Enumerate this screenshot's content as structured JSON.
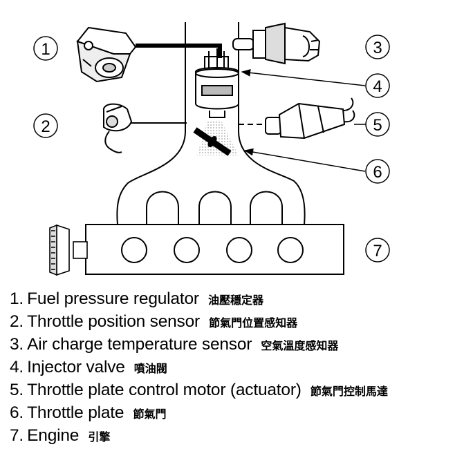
{
  "callouts": [
    {
      "id": 1,
      "label": "1"
    },
    {
      "id": 2,
      "label": "2"
    },
    {
      "id": 3,
      "label": "3"
    },
    {
      "id": 4,
      "label": "4"
    },
    {
      "id": 5,
      "label": "5"
    },
    {
      "id": 6,
      "label": "6"
    },
    {
      "id": 7,
      "label": "7"
    }
  ],
  "legend": [
    {
      "number": "1.",
      "english": "Fuel pressure regulator",
      "chinese": "油壓穩定器"
    },
    {
      "number": "2.",
      "english": "Throttle position sensor",
      "chinese": "節氣門位置感知器"
    },
    {
      "number": "3.",
      "english": "Air charge temperature sensor",
      "chinese": "空氣溫度感知器"
    },
    {
      "number": "4.",
      "english": "Injector valve",
      "chinese": "噴油閥"
    },
    {
      "number": "5.",
      "english": "Throttle plate control motor (actuator)",
      "chinese": "節氣門控制馬達"
    },
    {
      "number": "6.",
      "english": "Throttle plate",
      "chinese": "節氣門"
    },
    {
      "number": "7.",
      "english": "Engine",
      "chinese": "引擎"
    }
  ]
}
